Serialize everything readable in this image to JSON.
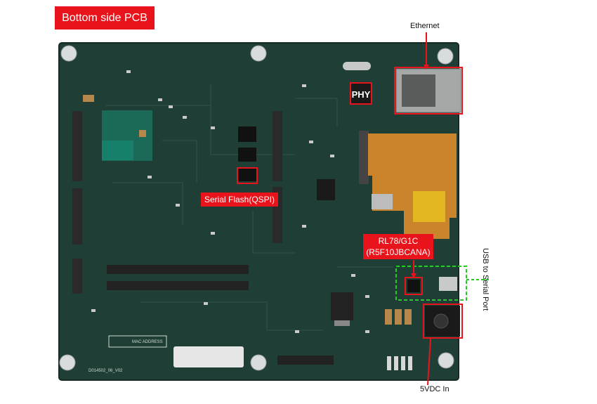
{
  "title": "Bottom side PCB",
  "callouts": {
    "ethernet": "Ethernet",
    "phy": "PHY",
    "serial_flash": "Serial Flash(QSPI)",
    "rl78_line1": "RL78/G1C",
    "rl78_line2": "(R5F10JBCANA)",
    "usb_serial": "USB to Serial Port",
    "power_in": "5VDC In"
  },
  "silkscreen": {
    "mac_address": "MAC ADDRESS",
    "part_number": "D014502_06_V02"
  },
  "colors": {
    "pcb": "#1f3f36",
    "callout_red": "#e8131b",
    "usb_highlight": "#22cc22",
    "ribbon": "#d98a2a"
  }
}
